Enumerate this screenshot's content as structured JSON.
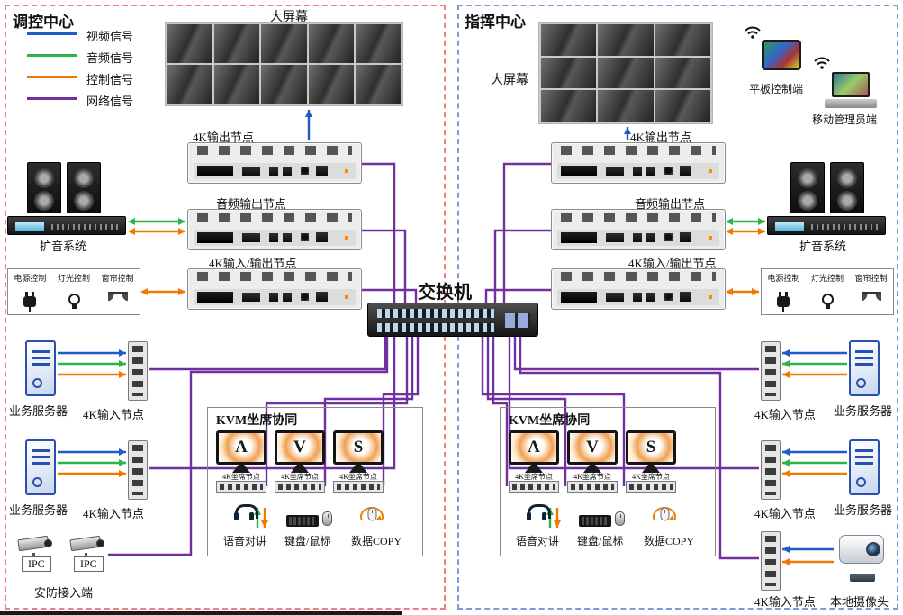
{
  "colors": {
    "video": "#1f5bc6",
    "audio": "#2eb34a",
    "control": "#f07800",
    "network": "#7030a0"
  },
  "left": {
    "title": "调控中心",
    "legend": [
      {
        "label": "视频信号",
        "color": "#1f5bc6"
      },
      {
        "label": "音频信号",
        "color": "#2eb34a"
      },
      {
        "label": "控制信号",
        "color": "#f07800"
      },
      {
        "label": "网络信号",
        "color": "#7030a0"
      }
    ],
    "big_screen": "大屏幕",
    "node_4k_out": "4K输出节点",
    "node_audio_out": "音频输出节点",
    "node_4k_io": "4K输入/输出节点",
    "amp": "扩音系统",
    "controls": [
      "电源控制",
      "灯光控制",
      "窗帘控制"
    ],
    "server": "业务服务器",
    "input_node": "4K输入节点",
    "ipc": "IPC",
    "security": "安防接入端",
    "kvm": {
      "title": "KVM坐席协同",
      "monitors": [
        "A",
        "V",
        "S"
      ],
      "seat_node": "4K坐席节点",
      "voice": "语音对讲",
      "kbm": "键盘/鼠标",
      "copy": "数据COPY"
    }
  },
  "center": {
    "switch": "交换机"
  },
  "right": {
    "title": "指挥中心",
    "big_screen": "大屏幕",
    "tablet": "平板控制端",
    "mobile": "移动管理员端",
    "node_4k_out": "4K输出节点",
    "node_audio_out": "音频输出节点",
    "node_4k_io": "4K输入/输出节点",
    "amp": "扩音系统",
    "controls": [
      "电源控制",
      "灯光控制",
      "窗帘控制"
    ],
    "server": "业务服务器",
    "input_node": "4K输入节点",
    "camera": "本地摄像头",
    "kvm": {
      "title": "KVM坐席协同",
      "monitors": [
        "A",
        "V",
        "S"
      ],
      "seat_node": "4K坐席节点",
      "voice": "语音对讲",
      "kbm": "键盘/鼠标",
      "copy": "数据COPY"
    }
  }
}
